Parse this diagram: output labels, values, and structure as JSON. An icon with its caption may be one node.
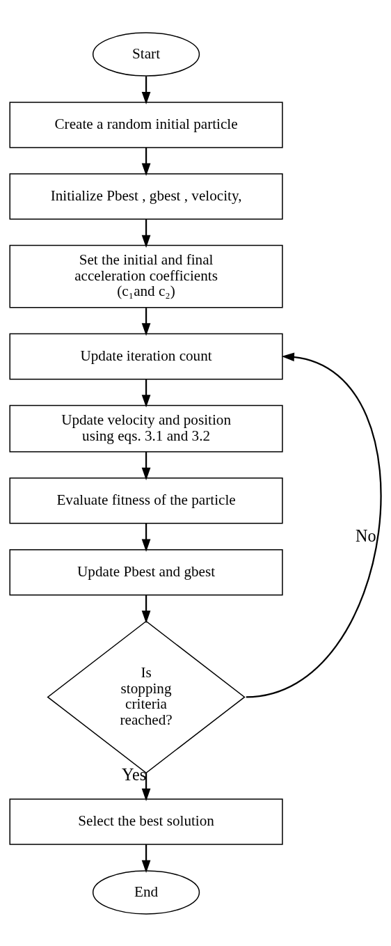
{
  "diagram": {
    "nodes": [
      {
        "text": [
          "Start"
        ]
      },
      {
        "text": [
          "Create a random initial particle"
        ]
      },
      {
        "text": [
          "Initialize Pbest , gbest , velocity,"
        ]
      },
      {
        "text": [
          "Set the initial and final acceleration coefficients (c₁and c₂)"
        ]
      },
      {
        "text": [
          "Update iteration count"
        ]
      },
      {
        "text": [
          "Update velocity and position using eqs. 3.1 and 3.2"
        ]
      },
      {
        "text": [
          "Evaluate fitness of the particle"
        ]
      },
      {
        "text": [
          "Update Pbest and gbest"
        ]
      },
      {
        "text": [
          "Is stopping criteria reached?"
        ]
      },
      {
        "text": [
          "Select the best solution"
        ]
      },
      {
        "text": [
          "End"
        ]
      }
    ],
    "edges": [
      {
        "from": 0,
        "to": 1,
        "arrow": "to"
      },
      {
        "from": 1,
        "to": 2,
        "arrow": "to"
      },
      {
        "from": 2,
        "to": 3,
        "arrow": "to"
      },
      {
        "from": 3,
        "to": 4,
        "arrow": "to"
      },
      {
        "from": 4,
        "to": 5,
        "arrow": "to"
      },
      {
        "from": 5,
        "to": 6,
        "arrow": "to"
      },
      {
        "from": 6,
        "to": 7,
        "arrow": "to"
      },
      {
        "from": 7,
        "to": 8,
        "arrow": "to"
      },
      {
        "from": 8,
        "to": 4,
        "arrow": "to",
        "label": "No"
      },
      {
        "from": 8,
        "to": 9,
        "arrow": "to",
        "label": "Yes"
      },
      {
        "from": 9,
        "to": 10,
        "arrow": "to"
      }
    ]
  }
}
